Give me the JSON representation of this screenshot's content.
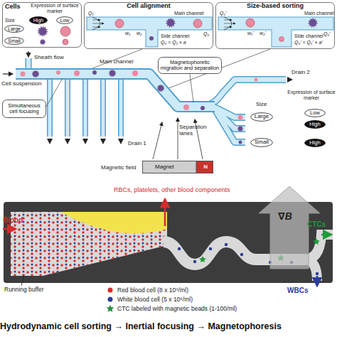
{
  "diagram": {
    "caption": "Hydrodynamic cell sorting → Inertial focusing → Magnetophoresis",
    "nodes": [
      {
        "text": [
          "Cells"
        ]
      },
      {
        "text": [
          "High"
        ],
        "in": 0
      },
      {
        "text": [
          "Low"
        ],
        "in": 0
      },
      {
        "text": [
          "Large"
        ],
        "in": 0
      },
      {
        "text": [
          "Small"
        ],
        "in": 0
      },
      {
        "text": [
          "Cell alignment"
        ]
      },
      {
        "text": [
          "Size-based sorting"
        ]
      },
      {
        "text": [
          "Simultaneous cell focusing"
        ]
      },
      {
        "text": [
          "Magnetophoretic migration and separation"
        ]
      },
      {
        "text": [
          "Magnet",
          "N"
        ]
      },
      {
        "text": [
          "Large"
        ]
      },
      {
        "text": [
          "Small"
        ]
      },
      {
        "text": [
          "Low"
        ]
      },
      {
        "text": [
          "High"
        ]
      },
      {
        "text": [
          "High"
        ]
      }
    ],
    "labels": [
      "Expression of surface marker",
      "Size",
      "Main channel",
      "Q₁",
      "w₁",
      "w₂",
      "Q₂",
      "Side channel",
      "Q₃ = Q₁ × a",
      "Main channel",
      "Q₁'",
      "w₁'",
      "w₂'",
      "Q₂'",
      "Side channel",
      "Q₃' = Q₁' × a'",
      "Sheath flow",
      "Main channel",
      "Cell suspension",
      "Drain 1",
      "Drain 2",
      "Separation lanes",
      "Magnetic field",
      "Size",
      "Expression of surface marker",
      "RBCs, platelets, other blood components",
      "Blood",
      "Running buffer",
      "CTCs",
      "WBCs",
      "∇B"
    ],
    "legend": [
      {
        "text": "Red blood cell (8 x 10⁹/ml)",
        "color": "#d62b2b"
      },
      {
        "text": "White blood cell (5 x 10⁶/ml)",
        "color": "#2b3d9a"
      },
      {
        "text": "CTC labeled with magnetic beads (1-100/ml)"
      }
    ]
  }
}
